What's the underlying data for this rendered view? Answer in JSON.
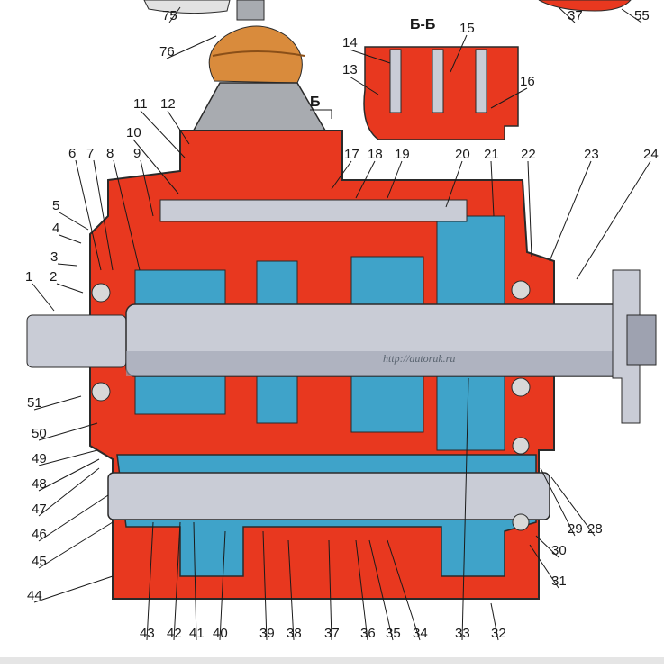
{
  "diagram": {
    "section_title": "Б-Б",
    "section_marker": "Б",
    "watermark": "http://autoruk.ru",
    "colors": {
      "housing": "#e8381f",
      "cross_section": "#3fa3c9",
      "shaft": "#c9ccd6",
      "shaft_shade": "#9ea2b0",
      "top_cover": "#a8abb0",
      "boot": "#d98b3c",
      "outline": "#2a2a2a"
    },
    "callouts": [
      "1",
      "2",
      "3",
      "4",
      "5",
      "6",
      "7",
      "8",
      "9",
      "10",
      "11",
      "12",
      "13",
      "14",
      "15",
      "16",
      "17",
      "18",
      "19",
      "20",
      "21",
      "22",
      "23",
      "24",
      "28",
      "29",
      "30",
      "31",
      "32",
      "33",
      "34",
      "35",
      "36",
      "37",
      "38",
      "39",
      "40",
      "41",
      "42",
      "43",
      "44",
      "45",
      "46",
      "47",
      "48",
      "49",
      "50",
      "51",
      "37",
      "55",
      "75",
      "76"
    ]
  }
}
